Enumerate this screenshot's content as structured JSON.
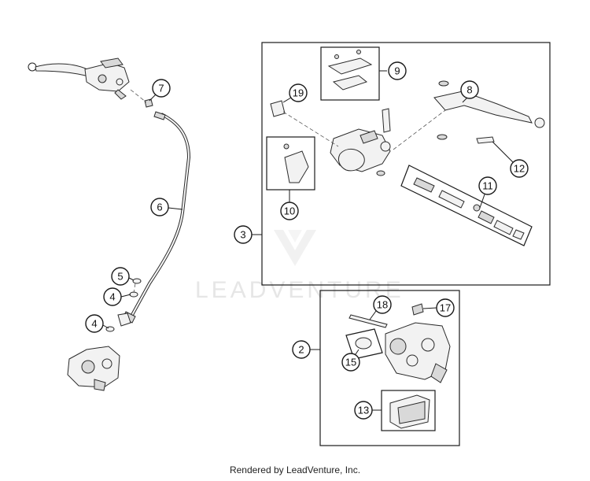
{
  "watermark": {
    "text": "LEADVENTURE"
  },
  "callouts": {
    "c1": "2",
    "c2": "3",
    "c3": "4",
    "c4": "4",
    "c5": "5",
    "c6": "6",
    "c7": "7",
    "c8": "8",
    "c9": "9",
    "c10": "10",
    "c11": "11",
    "c12": "12",
    "c13": "13",
    "c14": "15",
    "c15": "17",
    "c16": "18",
    "c17": "19"
  },
  "footer": {
    "text": "Rendered by LeadVenture, Inc."
  }
}
